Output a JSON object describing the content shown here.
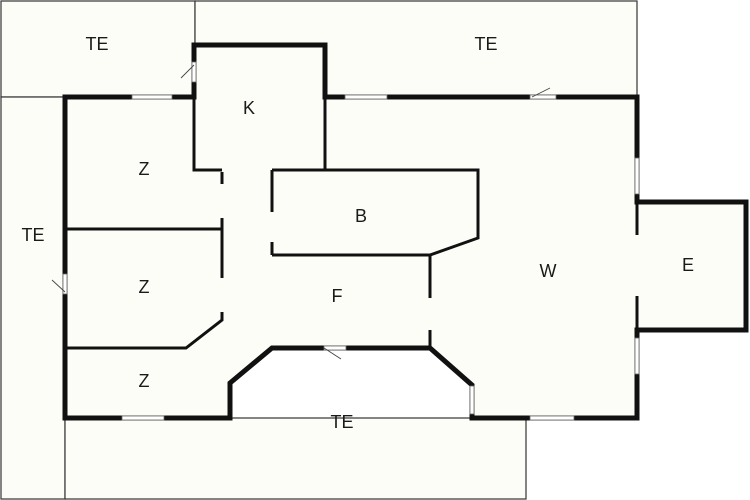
{
  "floorplan": {
    "colors": {
      "background": "#ffffff",
      "floor": "#fdfdf8",
      "wall": "#111111"
    },
    "rooms": [
      {
        "id": "te-top-left",
        "label": "TE"
      },
      {
        "id": "te-top-right",
        "label": "TE"
      },
      {
        "id": "te-left",
        "label": "TE"
      },
      {
        "id": "te-bottom",
        "label": "TE"
      },
      {
        "id": "k",
        "label": "K"
      },
      {
        "id": "z-top",
        "label": "Z"
      },
      {
        "id": "z-middle",
        "label": "Z"
      },
      {
        "id": "z-bottom",
        "label": "Z"
      },
      {
        "id": "b",
        "label": "B"
      },
      {
        "id": "f",
        "label": "F"
      },
      {
        "id": "w",
        "label": "W"
      },
      {
        "id": "e",
        "label": "E"
      }
    ]
  }
}
